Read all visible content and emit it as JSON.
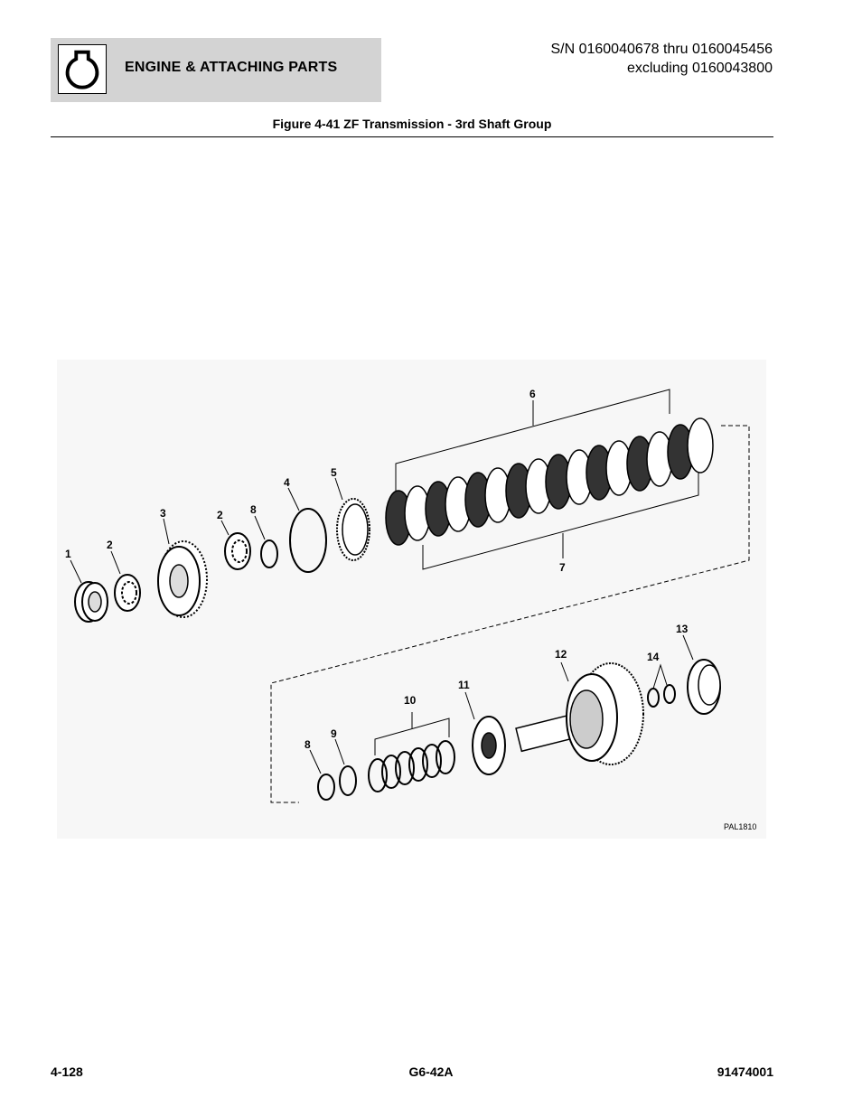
{
  "header": {
    "section_title": "ENGINE & ATTACHING PARTS",
    "icon": "engine-keyhole-icon",
    "serial_line1": "S/N 0160040678 thru 0160045456",
    "serial_line2": "excluding 0160043800"
  },
  "figure": {
    "caption": "Figure 4-41 ZF Transmission - 3rd Shaft Group",
    "reference_id": "PAL1810",
    "callouts": [
      "1",
      "2",
      "3",
      "2",
      "8",
      "4",
      "5",
      "6",
      "7",
      "8",
      "9",
      "10",
      "11",
      "12",
      "14",
      "13"
    ]
  },
  "footer": {
    "page_number": "4-128",
    "model": "G6-42A",
    "part_number": "91474001"
  }
}
